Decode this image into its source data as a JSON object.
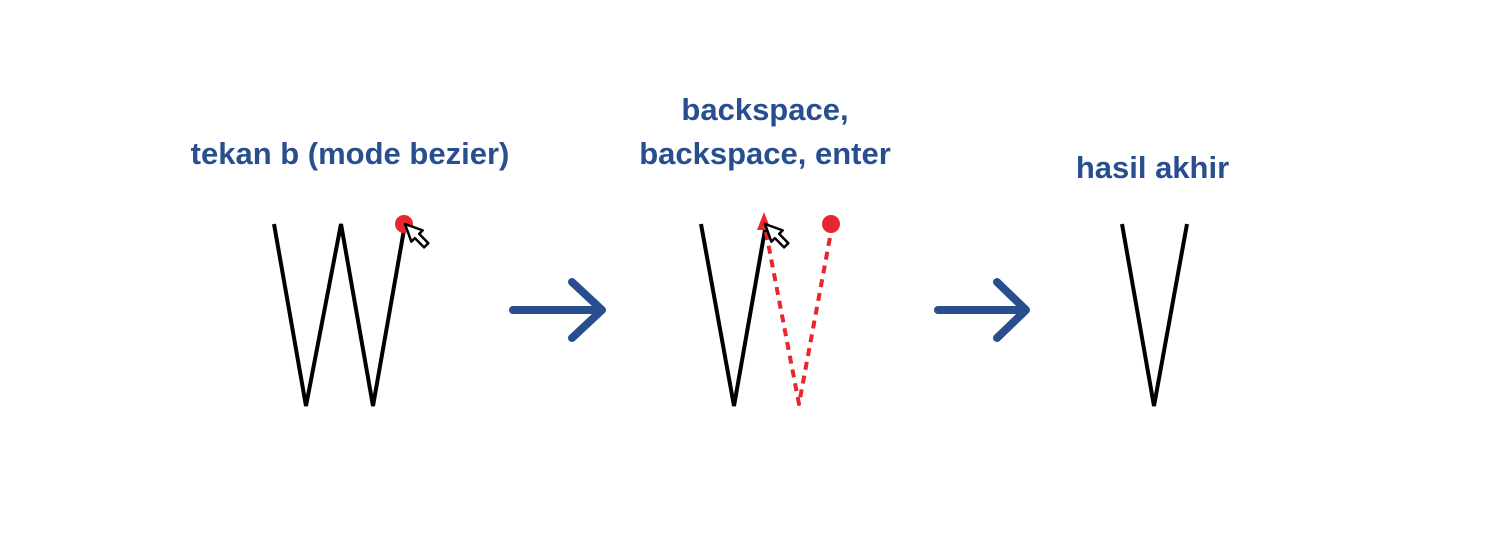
{
  "steps": [
    {
      "label_lines": [
        "tekan b (mode bezier)"
      ]
    },
    {
      "label_lines": [
        "backspace,",
        "backspace, enter"
      ]
    },
    {
      "label_lines": [
        "hasil akhir"
      ]
    }
  ],
  "colors": {
    "label": "#284e8f",
    "arrow": "#284e8f",
    "stroke": "#000000",
    "highlight": "#e8262d"
  },
  "icons": [
    "cursor-arrow-icon",
    "right-arrow-icon"
  ]
}
